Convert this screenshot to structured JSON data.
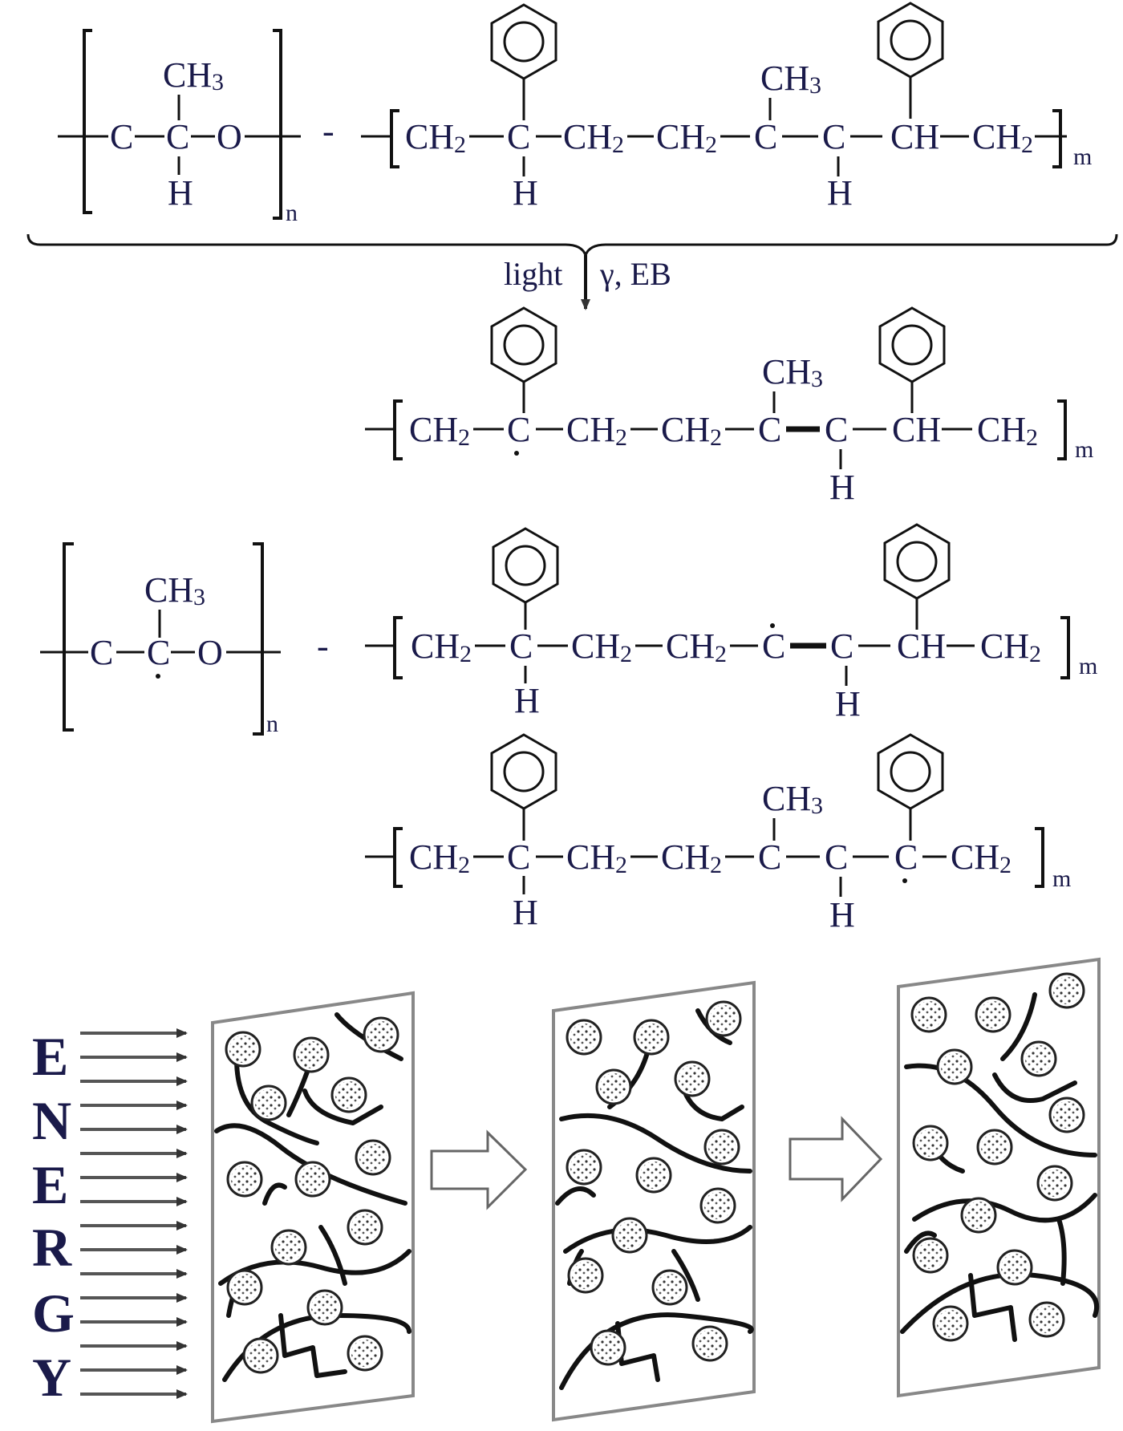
{
  "labels": {
    "ch3": "CH",
    "three": "3",
    "ch2": "CH",
    "two": "2",
    "c": "C",
    "o": "O",
    "h": "H",
    "ch": "CH",
    "n": "n",
    "m": "m",
    "dash": "-",
    "light": "light",
    "gamma_eb": "γ, EB"
  },
  "energy_letters": [
    "E",
    "N",
    "E",
    "R",
    "G",
    "Y"
  ]
}
